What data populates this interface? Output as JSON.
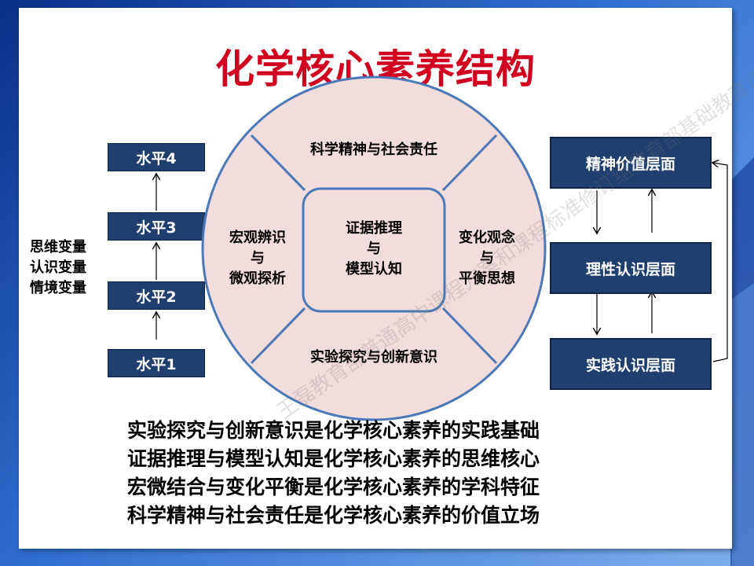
{
  "title": "化学核心素养结构",
  "levels": [
    "水平4",
    "水平3",
    "水平2",
    "水平1"
  ],
  "variables": [
    "思维变量",
    "认识变量",
    "情境变量"
  ],
  "circle": {
    "top": "科学精神与社会责任",
    "left": [
      "宏观辨识",
      "与",
      "微观探析"
    ],
    "center": [
      "证据推理",
      "与",
      "模型认知"
    ],
    "right": [
      "变化观念",
      "与",
      "平衡思想"
    ],
    "bottom": "实验探究与创新意识"
  },
  "layers": [
    "精神价值层面",
    "理性认识层面",
    "实践认识层面"
  ],
  "statements": [
    "实验探究与创新意识是化学核心素养的实践基础",
    "证据推理与模型认知是化学核心素养的思维核心",
    "宏微结合与变化平衡是化学核心素养的学科特征",
    "科学精神与社会责任是化学核心素养的价值立场"
  ],
  "watermark": "王磊教育部普通高中课程方案和课程标准修订组教育部基础教育课程教材发展中心",
  "colors": {
    "title": "#d1001e",
    "box": "#1f3f6e",
    "circle_fill": "#f2dcdc",
    "circle_line": "#4a78b8"
  }
}
